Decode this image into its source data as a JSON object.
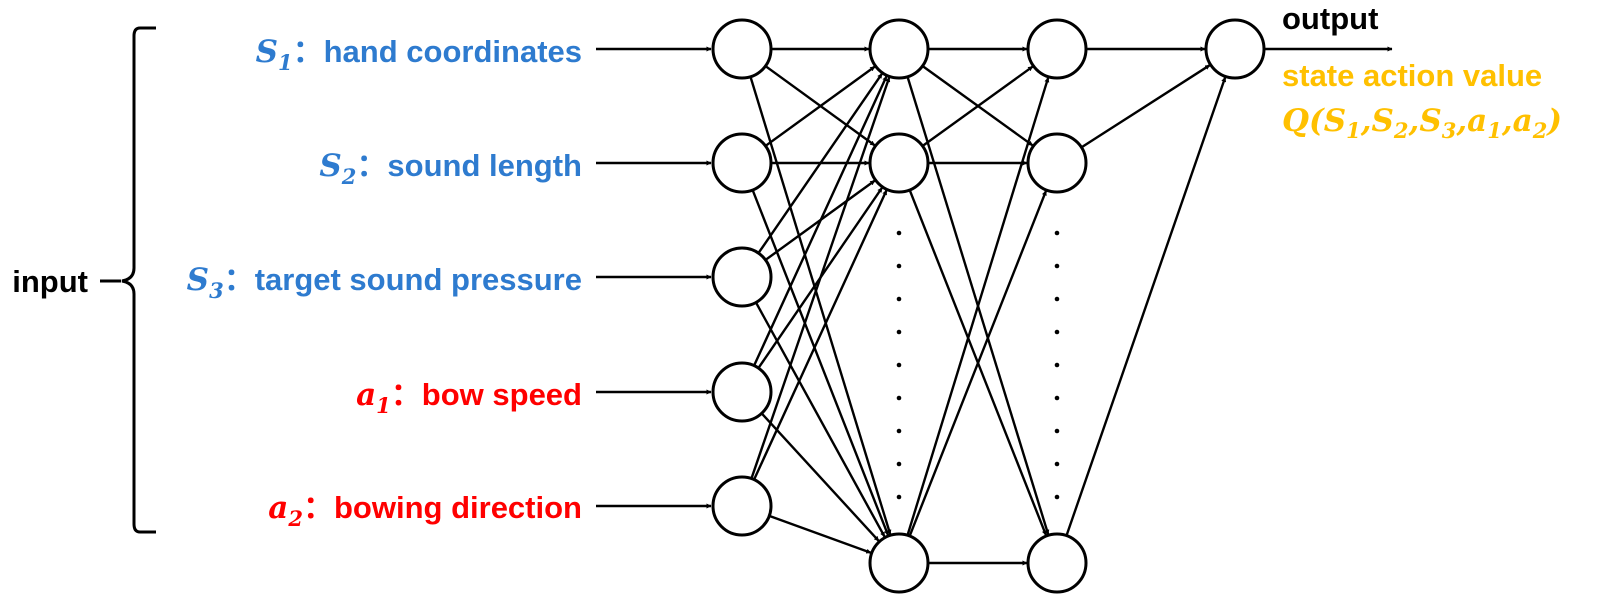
{
  "colors": {
    "state": "#2E7BCF",
    "action": "#FF0000",
    "output_value": "#FFC000",
    "ink": "#000000"
  },
  "input": {
    "group_label": "input",
    "items": [
      {
        "symbol": "S",
        "subscript": "1",
        "separator": "：",
        "label": "hand coordinates",
        "kind": "state"
      },
      {
        "symbol": "S",
        "subscript": "2",
        "separator": "：",
        "label": "sound length",
        "kind": "state"
      },
      {
        "symbol": "S",
        "subscript": "3",
        "separator": "：",
        "label": "target sound pressure",
        "kind": "state"
      },
      {
        "symbol": "a",
        "subscript": "1",
        "separator": "：",
        "label": "bow speed",
        "kind": "action"
      },
      {
        "symbol": "a",
        "subscript": "2",
        "separator": "：",
        "label": "bowing direction",
        "kind": "action"
      }
    ]
  },
  "output": {
    "label": "output",
    "value_label": "state action value",
    "formula": {
      "function": "Q",
      "open": "(",
      "args": [
        {
          "symbol": "S",
          "subscript": "1"
        },
        {
          "symbol": "S",
          "subscript": "2"
        },
        {
          "symbol": "S",
          "subscript": "3"
        },
        {
          "symbol": "a",
          "subscript": "1"
        },
        {
          "symbol": "a",
          "subscript": "2"
        }
      ],
      "separator": ",",
      "close": ")"
    }
  }
}
